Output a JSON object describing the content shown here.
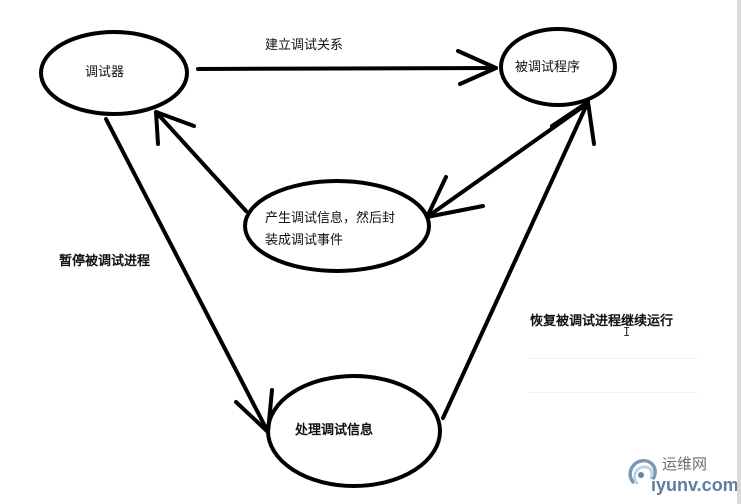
{
  "diagram": {
    "nodes": {
      "debugger": "调试器",
      "debuggee": "被调试程序",
      "event": "产生调试信息，然后封装成调试事件",
      "handle": "处理调试信息"
    },
    "edges": {
      "establish": "建立调试关系",
      "pause": "暂停被调试进程",
      "resume": "恢复被调试进程继续运行"
    }
  },
  "watermark": {
    "site_cn": "运维网",
    "site_url": "iyunv.com"
  },
  "cursor": {
    "glyph": "I"
  },
  "colors": {
    "stroke": "#000000",
    "text": "#111111",
    "watermark_cn": "#6e6e6e",
    "watermark_url": "#5d7ea0"
  }
}
